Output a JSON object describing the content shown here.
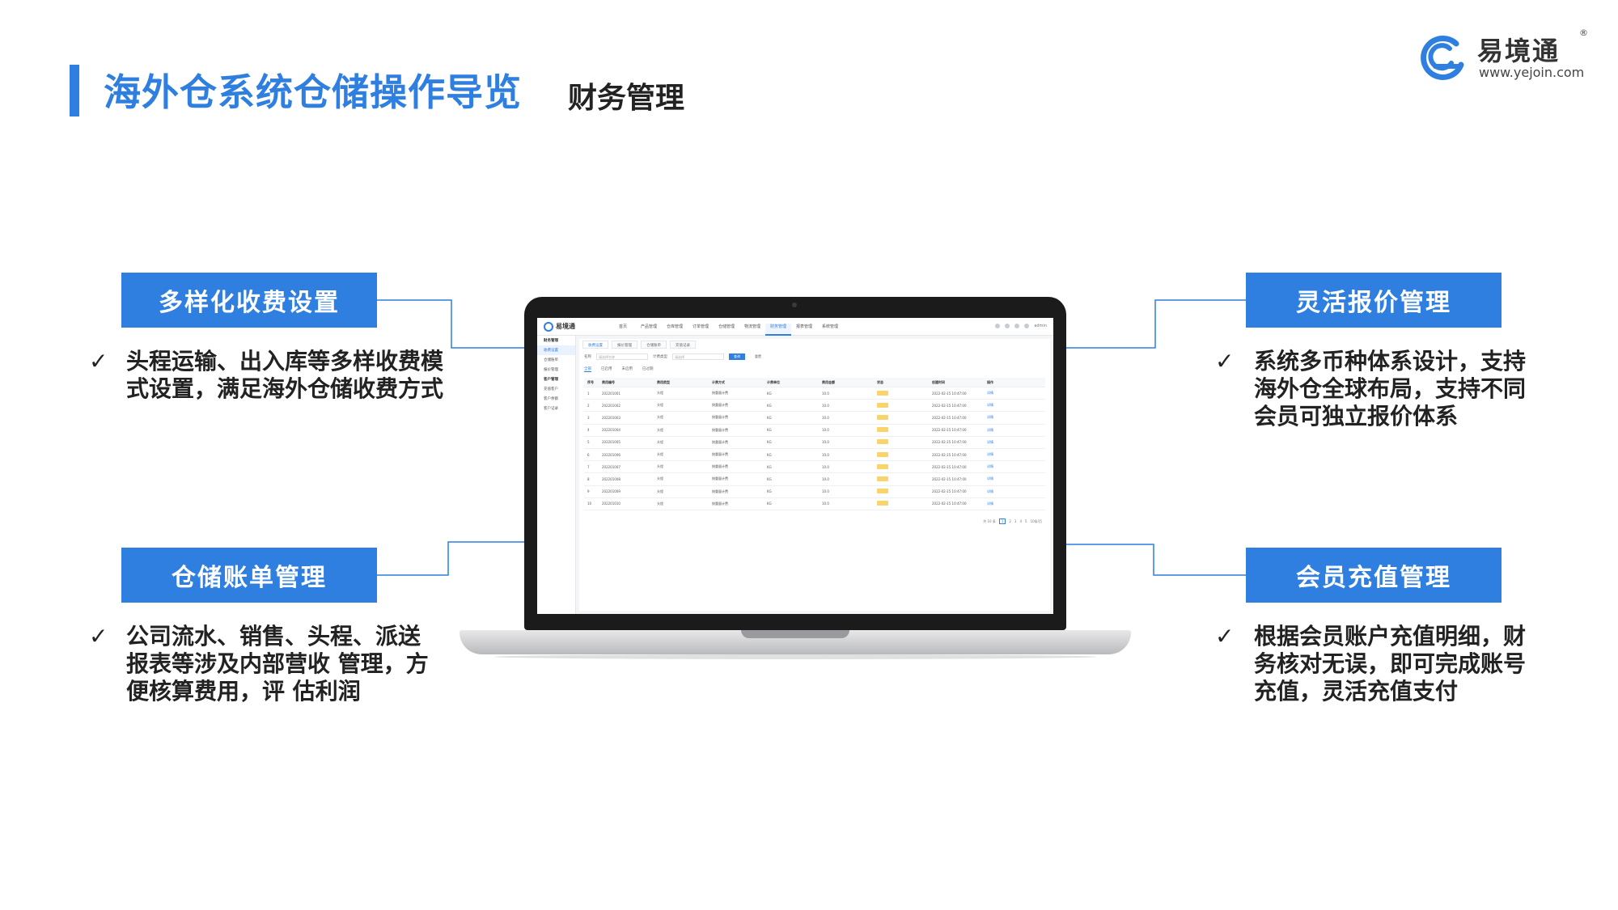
{
  "header": {
    "title": "海外仓系统仓储操作导览",
    "subtitle": "财务管理"
  },
  "logo": {
    "name": "易境通",
    "url": "www.yejoin.com",
    "reg": "®",
    "icon": "cloud-swirl-icon",
    "color": "#2f7fe0"
  },
  "colors": {
    "accent": "#2f7fe0"
  },
  "features": {
    "top_left": {
      "label": "多样化收费设置",
      "check": "✓",
      "desc": "头程运输、出入库等多样收费模式设置，满足海外仓储收费方式"
    },
    "bottom_left": {
      "label": "仓储账单管理",
      "check": "✓",
      "desc": "公司流水、销售、头程、派送报表等涉及内部营收 管理，方便核算费用，评 估利润"
    },
    "top_right": {
      "label": "灵活报价管理",
      "check": "✓",
      "desc": "系统多币种体系设计，支持海外仓全球布局，支持不同会员可独立报价体系"
    },
    "bottom_right": {
      "label": "会员充值管理",
      "check": "✓",
      "desc": "根据会员账户充值明细，财务核对无误，即可完成账号充值，灵活充值支付"
    }
  },
  "screen": {
    "app_logo": "易境通",
    "nav": [
      "首页",
      "产品管理",
      "仓库管理",
      "订单管理",
      "仓储管理",
      "物流管理",
      "财务管理",
      "报表管理",
      "系统管理"
    ],
    "nav_active_index": 6,
    "user": "admin",
    "sidebar": [
      {
        "label": "财务管理",
        "group": true
      },
      {
        "label": "收费设置",
        "active": true
      },
      {
        "label": "仓储账单"
      },
      {
        "label": "报价管理"
      },
      {
        "label": "客户管理",
        "group": true
      },
      {
        "label": "充值客户"
      },
      {
        "label": "客户余额"
      },
      {
        "label": "客户记录"
      }
    ],
    "tabs": [
      "收费设置",
      "报价管理",
      "仓储账单",
      "充值记录"
    ],
    "filters": {
      "label1": "名称",
      "placeholder1": "请选择名称",
      "label2": "计费类型",
      "placeholder2": "请选择",
      "search": "查询",
      "reset": "重置"
    },
    "subtabs": [
      "全部",
      "已启用",
      "未启用",
      "已过期"
    ],
    "table": {
      "headers": [
        "序号",
        "费用编号",
        "费用类型",
        "计费方式",
        "计费单位",
        "费用金额",
        "状态",
        "创建时间",
        "操作"
      ],
      "rows": [
        [
          "1",
          "202201001",
          "头程",
          "按重量计费",
          "KG",
          "10.0",
          "2022-02-15 10:47:00",
          "详情"
        ],
        [
          "2",
          "202201002",
          "头程",
          "按重量计费",
          "KG",
          "10.0",
          "2022-02-15 10:47:00",
          "详情"
        ],
        [
          "3",
          "202201003",
          "头程",
          "按重量计费",
          "KG",
          "10.0",
          "2022-02-15 10:47:00",
          "详情"
        ],
        [
          "4",
          "202201004",
          "头程",
          "按重量计费",
          "KG",
          "10.0",
          "2022-02-15 10:47:00",
          "详情"
        ],
        [
          "5",
          "202201005",
          "头程",
          "按重量计费",
          "KG",
          "10.0",
          "2022-02-15 10:47:00",
          "详情"
        ],
        [
          "6",
          "202201006",
          "头程",
          "按重量计费",
          "KG",
          "10.0",
          "2022-02-15 10:47:00",
          "详情"
        ],
        [
          "7",
          "202201007",
          "头程",
          "按重量计费",
          "KG",
          "10.0",
          "2022-02-15 10:47:00",
          "详情"
        ],
        [
          "8",
          "202201008",
          "头程",
          "按重量计费",
          "KG",
          "10.0",
          "2022-02-15 10:47:00",
          "详情"
        ],
        [
          "9",
          "202201009",
          "头程",
          "按重量计费",
          "KG",
          "10.0",
          "2022-02-15 10:47:00",
          "详情"
        ],
        [
          "10",
          "202201010",
          "头程",
          "按重量计费",
          "KG",
          "10.0",
          "2022-02-15 10:47:00",
          "详情"
        ]
      ]
    },
    "pager": {
      "total": "共 10 条",
      "pages": [
        "1",
        "2",
        "3",
        "4",
        "5"
      ],
      "current": "1",
      "size": "10条/页"
    }
  }
}
